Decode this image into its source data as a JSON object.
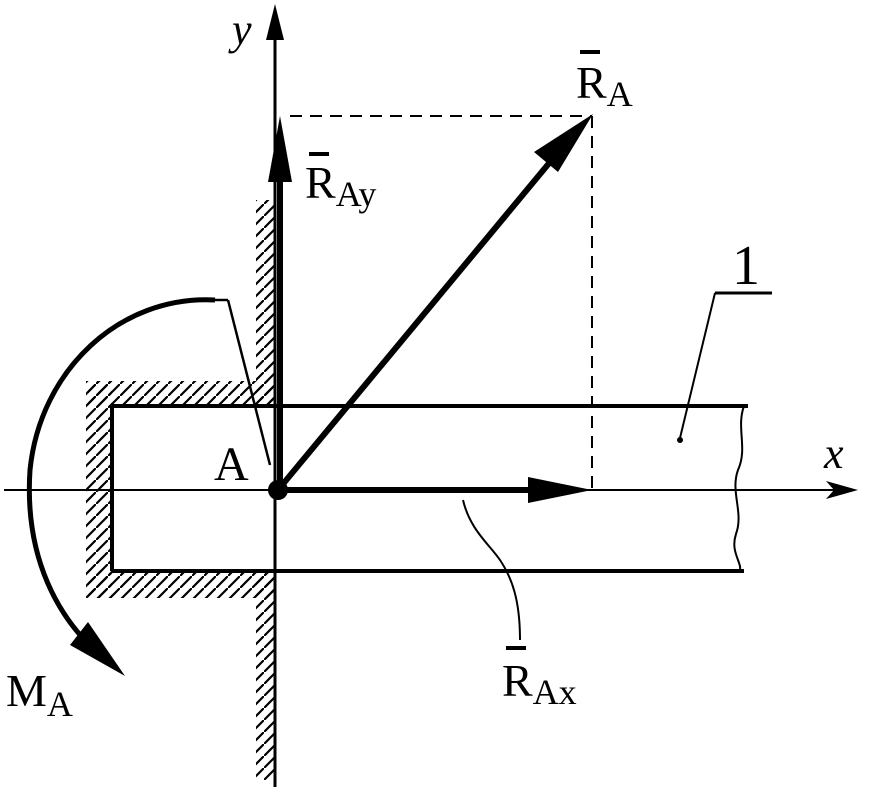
{
  "labels": {
    "y_axis": "y",
    "x_axis": "x",
    "point_a": "A",
    "ra": {
      "base": "R",
      "sub": "A"
    },
    "ray": {
      "base": "R",
      "sub": "Ay"
    },
    "rax": {
      "base": "R",
      "sub": "Ax"
    },
    "ma": {
      "base": "M",
      "sub": "A"
    },
    "body_number": "1"
  },
  "colors": {
    "ink": "#000000",
    "background": "#ffffff"
  }
}
